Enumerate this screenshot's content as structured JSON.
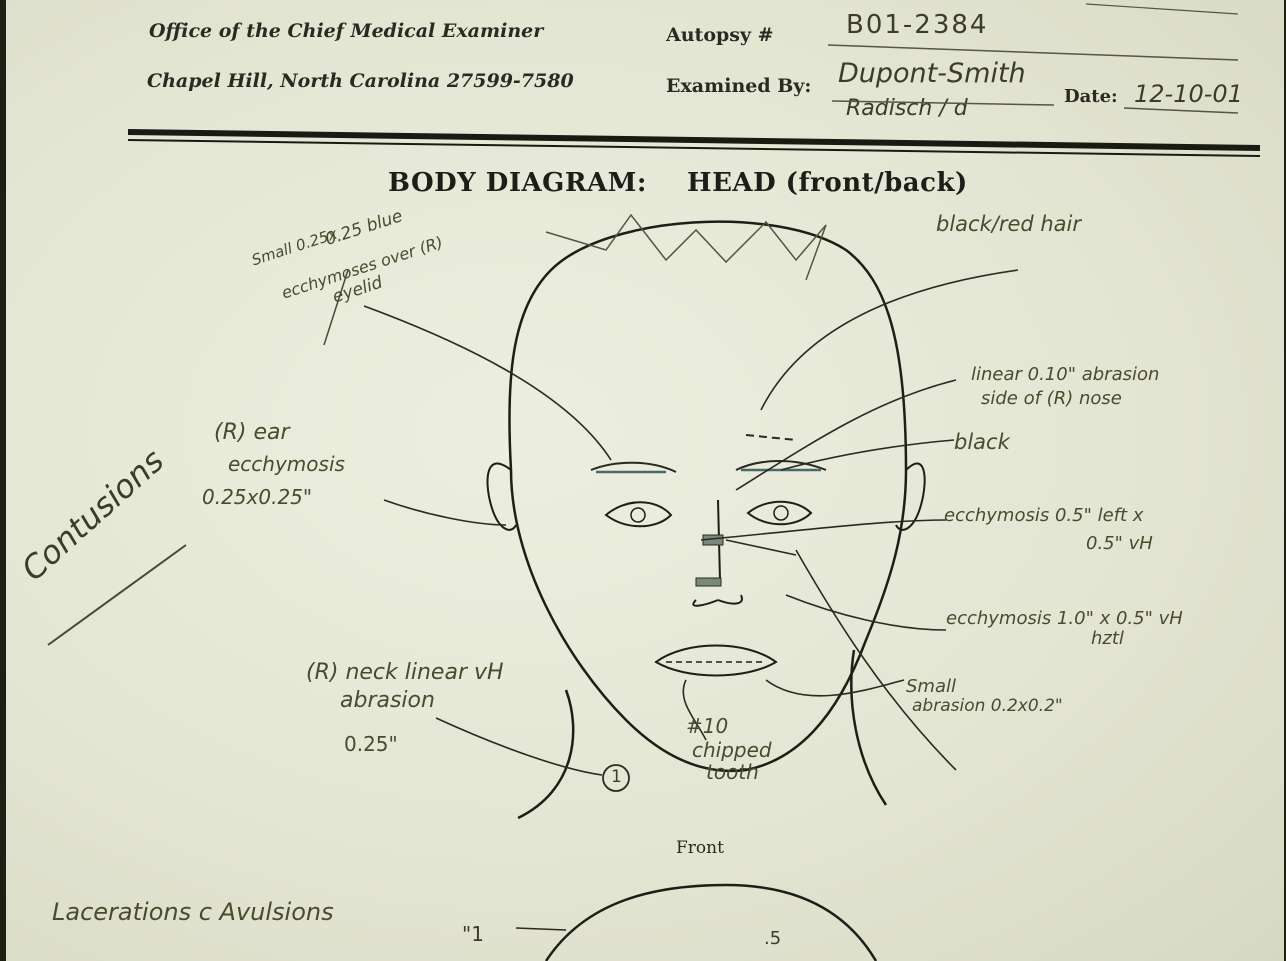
{
  "header": {
    "office": "Office of the Chief Medical Examiner",
    "address": "Chapel Hill, North Carolina  27599-7580",
    "autopsy_label": "Autopsy #",
    "autopsy_value": "B01-2384",
    "examined_label": "Examined By:",
    "examined_value": "Dupont-Smith",
    "examined_value_2": "Radisch / d",
    "date_label": "Date:",
    "date_value": "12-10-01"
  },
  "diagram": {
    "title": "BODY DIAGRAM:",
    "subtitle": "HEAD (front/back)",
    "view_label": "Front"
  },
  "annotations": {
    "contusions": "Contusions",
    "eyelid_1": "Small 0.25x",
    "eyelid_2": "0.25 blue",
    "eyelid_3": "ecchymoses over (R)",
    "eyelid_4": "eyelid",
    "ear_1": "(R) ear",
    "ear_2": "ecchymosis",
    "ear_3": "0.25x0.25\"",
    "hair": "black/red hair",
    "nose_linear_1": "linear 0.10\" abrasion",
    "nose_linear_2": "side of (R) nose",
    "black": "black",
    "ecchymosis_1a": "ecchymosis 0.5\" left x",
    "ecchymosis_1b": "0.5\" vH",
    "ecchymosis_2a": "ecchymosis 1.0\" x 0.5\" vH",
    "ecchymosis_2b": "hztl",
    "neck_1": "(R) neck linear vH",
    "neck_2": "abrasion",
    "neck_3": "0.25\"",
    "abrasion_1": "Small",
    "abrasion_2": "abrasion 0.2x0.2\"",
    "tooth_1": "#10",
    "tooth_2": "chipped",
    "tooth_3": "tooth",
    "marker_1": "1",
    "lacerations": "Lacerations c Avulsions",
    "measure_1": "\"1",
    "measure_2": ".5"
  }
}
